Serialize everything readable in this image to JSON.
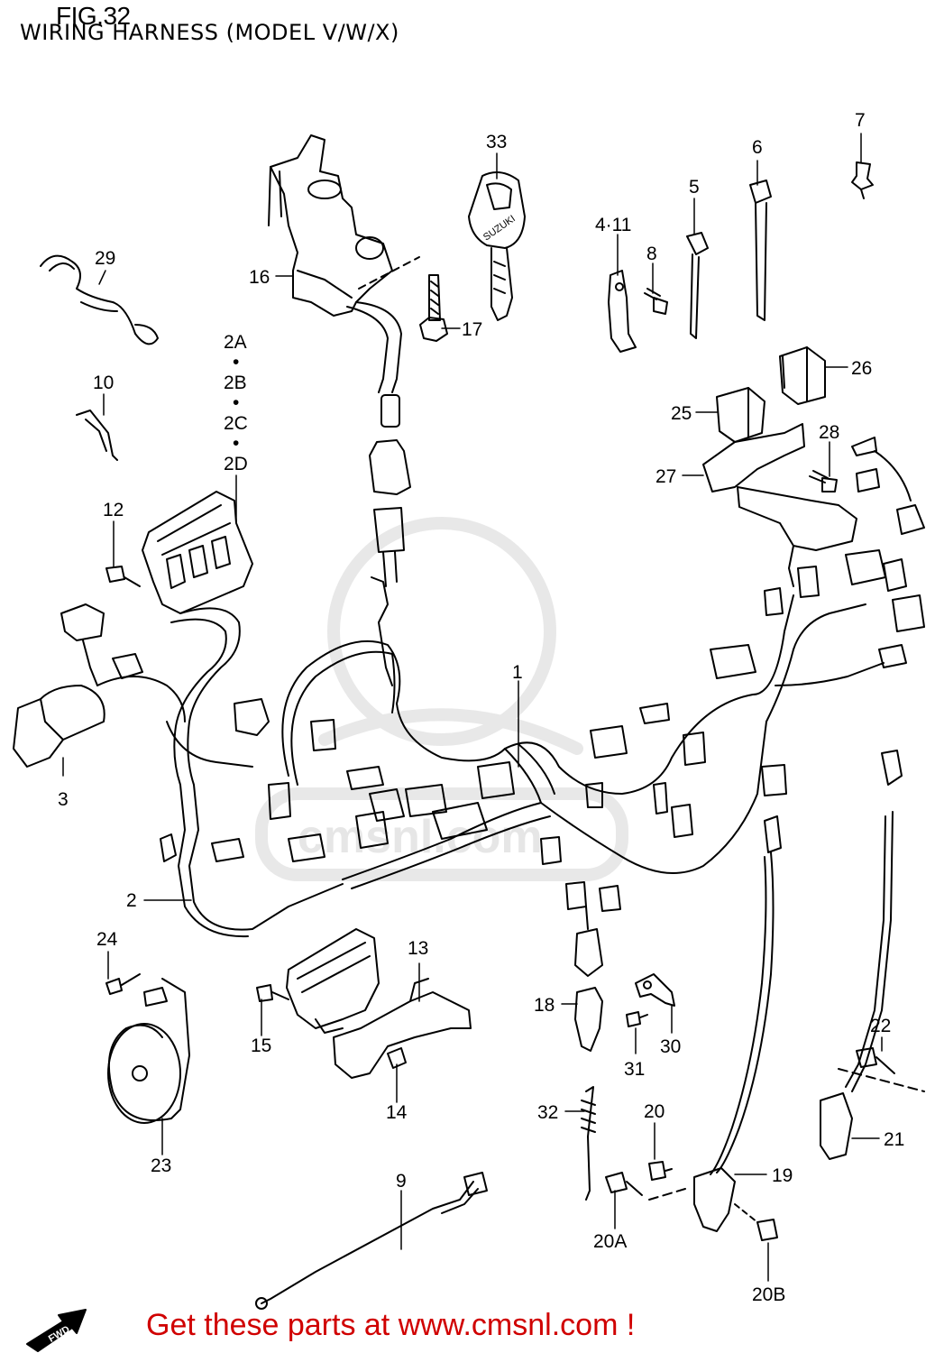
{
  "figure": {
    "number": "FIG.32",
    "subtitle": "WIRING HARNESS (MODEL V/W/X)"
  },
  "callouts": {
    "c1": "1",
    "c2": "2",
    "c2a": "2A",
    "c2b": "2B",
    "c2c": "2C",
    "c2d": "2D",
    "c3": "3",
    "c4_11": "4·11",
    "c5": "5",
    "c6": "6",
    "c7": "7",
    "c8": "8",
    "c9": "9",
    "c10": "10",
    "c12": "12",
    "c13": "13",
    "c14": "14",
    "c15": "15",
    "c16": "16",
    "c17": "17",
    "c18": "18",
    "c19": "19",
    "c20": "20",
    "c20a": "20A",
    "c20b": "20B",
    "c21": "21",
    "c22": "22",
    "c23": "23",
    "c24": "24",
    "c25": "25",
    "c26": "26",
    "c27": "27",
    "c28": "28",
    "c29": "29",
    "c30": "30",
    "c31": "31",
    "c32": "32",
    "c33": "33"
  },
  "key_stamp": "SUZUKI",
  "direction_mark": "FWD",
  "promo_text": "Get these parts at www.cmsnl.com !",
  "watermark_text": "cmsnl.com",
  "colors": {
    "line": "#000000",
    "promo": "#d00000",
    "watermark": "#e6e6e6"
  }
}
